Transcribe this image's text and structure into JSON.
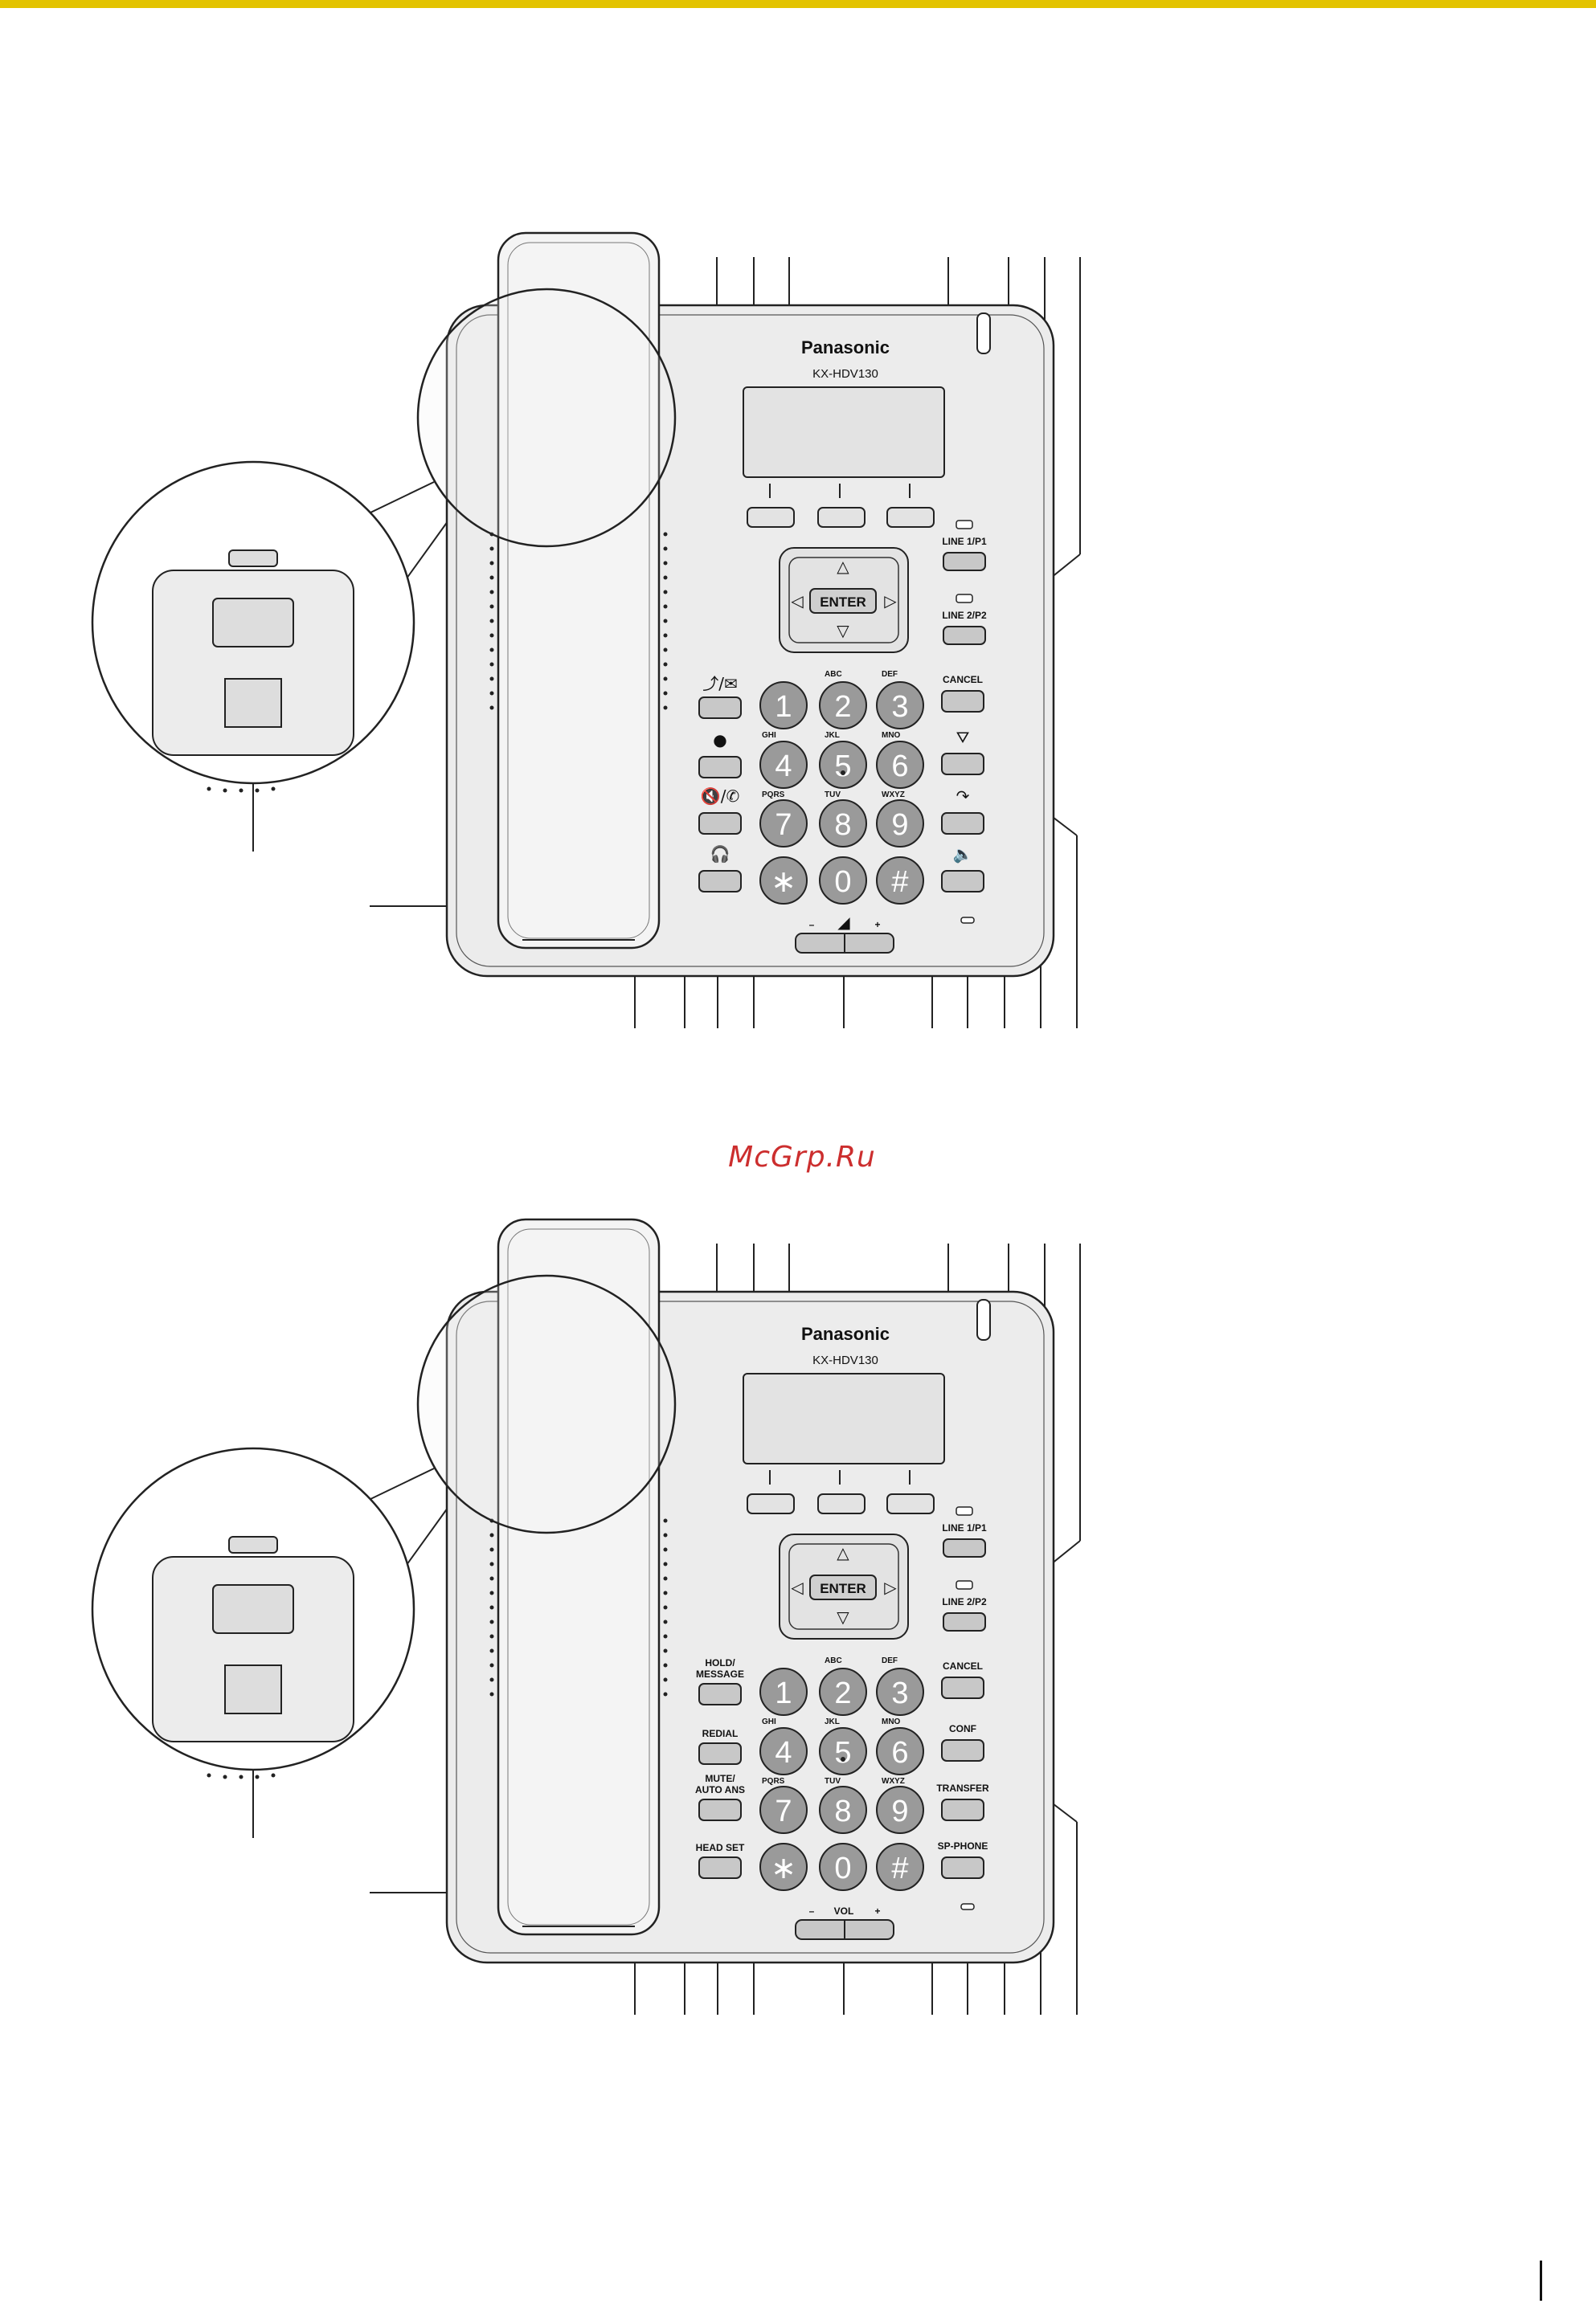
{
  "colors": {
    "top_bar": "#e3c300",
    "watermark": "#cc2e2e",
    "body_fill": "#efefef",
    "key_fill": "#9a9a9a",
    "button_fill": "#c8c8c8"
  },
  "watermark": "McGrp.Ru",
  "phone": {
    "brand": "Panasonic",
    "model": "KX-HDV130",
    "enter_label": "ENTER",
    "line1_label": "LINE 1/P1",
    "line2_label": "LINE 2/P2",
    "cancel_label": "CANCEL",
    "vol_minus": "–",
    "vol_plus": "+",
    "nav_up": "△",
    "nav_down": "▽",
    "nav_left": "◁",
    "nav_right": "▷",
    "keys": [
      {
        "digit": "1",
        "letters": ""
      },
      {
        "digit": "2",
        "letters": "ABC"
      },
      {
        "digit": "3",
        "letters": "DEF"
      },
      {
        "digit": "4",
        "letters": "GHI"
      },
      {
        "digit": "5",
        "letters": "JKL"
      },
      {
        "digit": "6",
        "letters": "MNO"
      },
      {
        "digit": "7",
        "letters": "PQRS"
      },
      {
        "digit": "8",
        "letters": "TUV"
      },
      {
        "digit": "9",
        "letters": "WXYZ"
      },
      {
        "digit": "∗",
        "letters": ""
      },
      {
        "digit": "0",
        "letters": ""
      },
      {
        "digit": "#",
        "letters": ""
      }
    ]
  },
  "diagram_top": {
    "left_icons": [
      "⤴/✉",
      "●",
      "🔇/✆",
      "🎧"
    ],
    "right_icons": [
      "⛛",
      "↷",
      "🔈"
    ],
    "vol_center": "◢"
  },
  "diagram_bottom": {
    "hold_line1": "HOLD/",
    "hold_line2": "MESSAGE",
    "redial": "REDIAL",
    "mute_line1": "MUTE/",
    "mute_line2": "AUTO ANS",
    "headset": "HEAD SET",
    "conf": "CONF",
    "transfer": "TRANSFER",
    "spphone": "SP-PHONE",
    "vol_center": "VOL"
  }
}
